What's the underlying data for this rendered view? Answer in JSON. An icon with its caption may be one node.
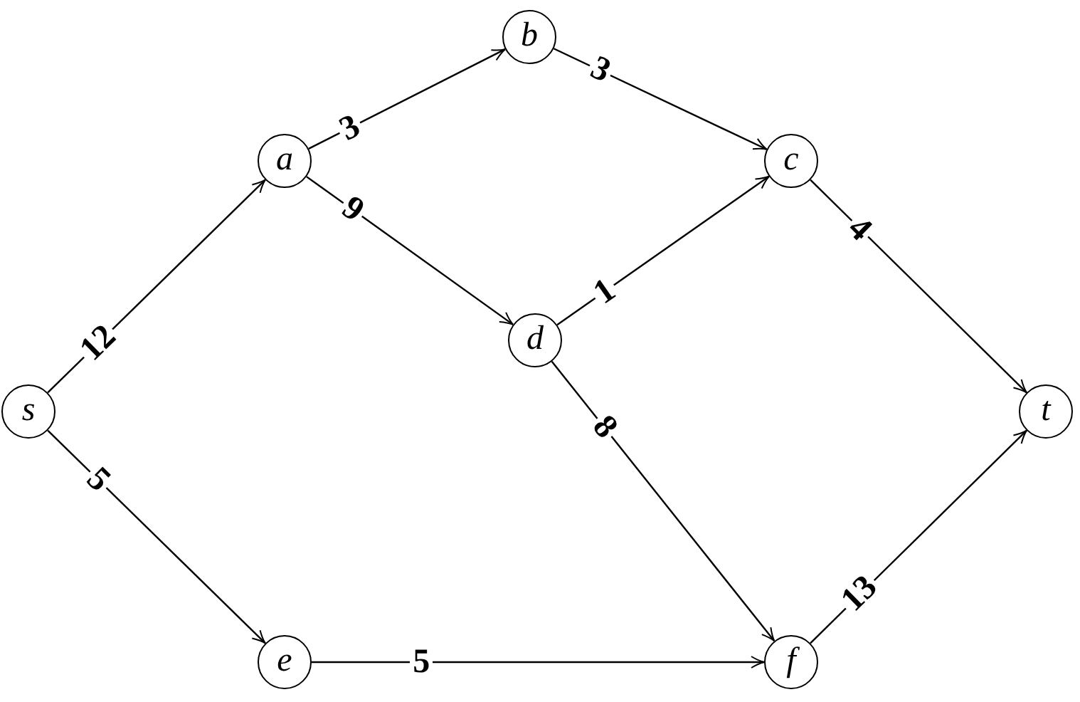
{
  "diagram": {
    "nodes": [
      {
        "text": [
          "s"
        ]
      },
      {
        "text": [
          "a"
        ]
      },
      {
        "text": [
          "b"
        ]
      },
      {
        "text": [
          "c"
        ]
      },
      {
        "text": [
          "d"
        ]
      },
      {
        "text": [
          "t"
        ]
      },
      {
        "text": [
          "e"
        ]
      },
      {
        "text": [
          "f"
        ]
      }
    ],
    "edges": [
      {
        "from": 0,
        "to": 1,
        "arrow": "to",
        "label": "12"
      },
      {
        "from": 0,
        "to": 6,
        "arrow": "to",
        "label": "5"
      },
      {
        "from": 1,
        "to": 2,
        "arrow": "to",
        "label": "3"
      },
      {
        "from": 1,
        "to": 4,
        "arrow": "to",
        "label": "9"
      },
      {
        "from": 2,
        "to": 3,
        "arrow": "to",
        "label": "3"
      },
      {
        "from": 4,
        "to": 3,
        "arrow": "to",
        "label": "1"
      },
      {
        "from": 4,
        "to": 7,
        "arrow": "to",
        "label": "8"
      },
      {
        "from": 3,
        "to": 5,
        "arrow": "to",
        "label": "4"
      },
      {
        "from": 6,
        "to": 7,
        "arrow": "to",
        "label": "5"
      },
      {
        "from": 7,
        "to": 5,
        "arrow": "to",
        "label": "13"
      }
    ]
  }
}
